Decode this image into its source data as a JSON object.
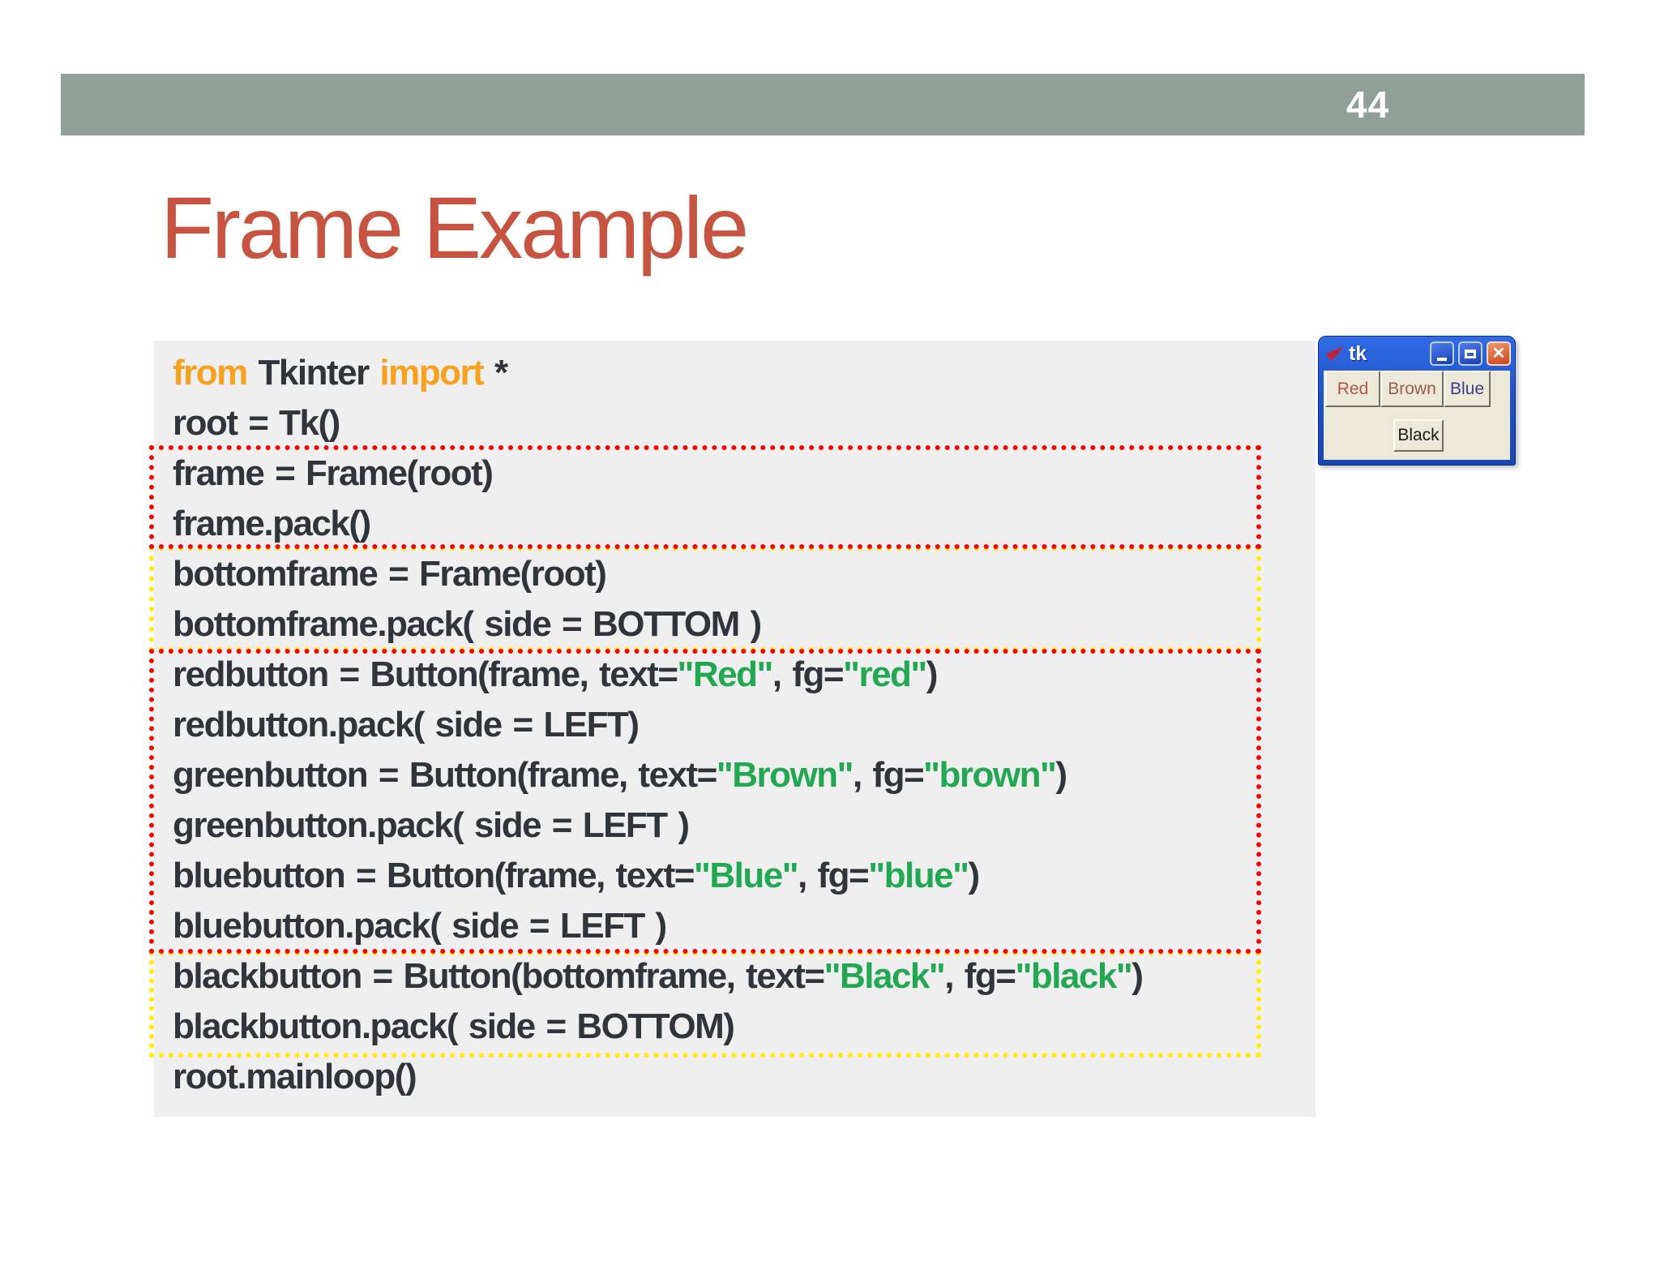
{
  "slide": {
    "page_number": "44",
    "title": "Frame Example"
  },
  "colors": {
    "header_bar": "#90a098",
    "title": "#c75440",
    "code_bg": "#f0efef",
    "code_text": "#30353b",
    "keyword_orange": "#f7a11e",
    "string_green": "#22a853",
    "box_red": "#ff0000",
    "box_yellow": "#ffee00",
    "xp_titlebar_blue": "#2f6be4",
    "xp_close_red": "#cd431c",
    "tk_body_beige": "#ece9d8",
    "tk_red": "#b5534c",
    "tk_brown": "#9a5d4e",
    "tk_blue": "#39398f",
    "tk_black": "#1a1a1a"
  },
  "code": {
    "lines": [
      [
        {
          "t": "from ",
          "c": "keyword"
        },
        {
          "t": "Tkinter ",
          "c": "plain"
        },
        {
          "t": "import ",
          "c": "keyword"
        },
        {
          "t": "*",
          "c": "plain"
        }
      ],
      [
        {
          "t": "root = Tk()",
          "c": "plain"
        }
      ],
      [
        {
          "t": "frame = Frame(root)",
          "c": "plain"
        }
      ],
      [
        {
          "t": "frame.pack()",
          "c": "plain"
        }
      ],
      [
        {
          "t": "bottomframe = Frame(root)",
          "c": "plain"
        }
      ],
      [
        {
          "t": "bottomframe.pack( side = BOTTOM )",
          "c": "plain"
        }
      ],
      [
        {
          "t": "redbutton = Button(frame, text=",
          "c": "plain"
        },
        {
          "t": "\"Red\"",
          "c": "string"
        },
        {
          "t": ", fg=",
          "c": "plain"
        },
        {
          "t": "\"red\"",
          "c": "string"
        },
        {
          "t": ")",
          "c": "plain"
        }
      ],
      [
        {
          "t": "redbutton.pack( side = LEFT)",
          "c": "plain"
        }
      ],
      [
        {
          "t": "greenbutton = Button(frame, text=",
          "c": "plain"
        },
        {
          "t": "\"Brown\"",
          "c": "string"
        },
        {
          "t": ", fg=",
          "c": "plain"
        },
        {
          "t": "\"brown\"",
          "c": "string"
        },
        {
          "t": ")",
          "c": "plain"
        }
      ],
      [
        {
          "t": "greenbutton.pack( side = LEFT )",
          "c": "plain"
        }
      ],
      [
        {
          "t": "bluebutton = Button(frame, text=",
          "c": "plain"
        },
        {
          "t": "\"Blue\"",
          "c": "string"
        },
        {
          "t": ", fg=",
          "c": "plain"
        },
        {
          "t": "\"blue\"",
          "c": "string"
        },
        {
          "t": ")",
          "c": "plain"
        }
      ],
      [
        {
          "t": "bluebutton.pack( side = LEFT )",
          "c": "plain"
        }
      ],
      [
        {
          "t": "blackbutton = Button(bottomframe, text=",
          "c": "plain"
        },
        {
          "t": "\"Black\"",
          "c": "string"
        },
        {
          "t": ", fg=",
          "c": "plain"
        },
        {
          "t": "\"black\"",
          "c": "string"
        },
        {
          "t": ")",
          "c": "plain"
        }
      ],
      [
        {
          "t": "blackbutton.pack( side = BOTTOM)",
          "c": "plain"
        }
      ],
      [
        {
          "t": "root.mainloop()",
          "c": "plain"
        }
      ]
    ]
  },
  "tk_window": {
    "title": "tk",
    "titlebar_controls": [
      {
        "icon": "minimize-icon"
      },
      {
        "icon": "maximize-icon"
      },
      {
        "icon": "close-icon"
      }
    ],
    "buttons_row": [
      {
        "label": "Red",
        "color_key": "tk_red"
      },
      {
        "label": "Brown",
        "color_key": "tk_brown"
      },
      {
        "label": "Blue",
        "color_key": "tk_blue"
      }
    ],
    "bottom_button": {
      "label": "Black",
      "color_key": "tk_black"
    }
  }
}
